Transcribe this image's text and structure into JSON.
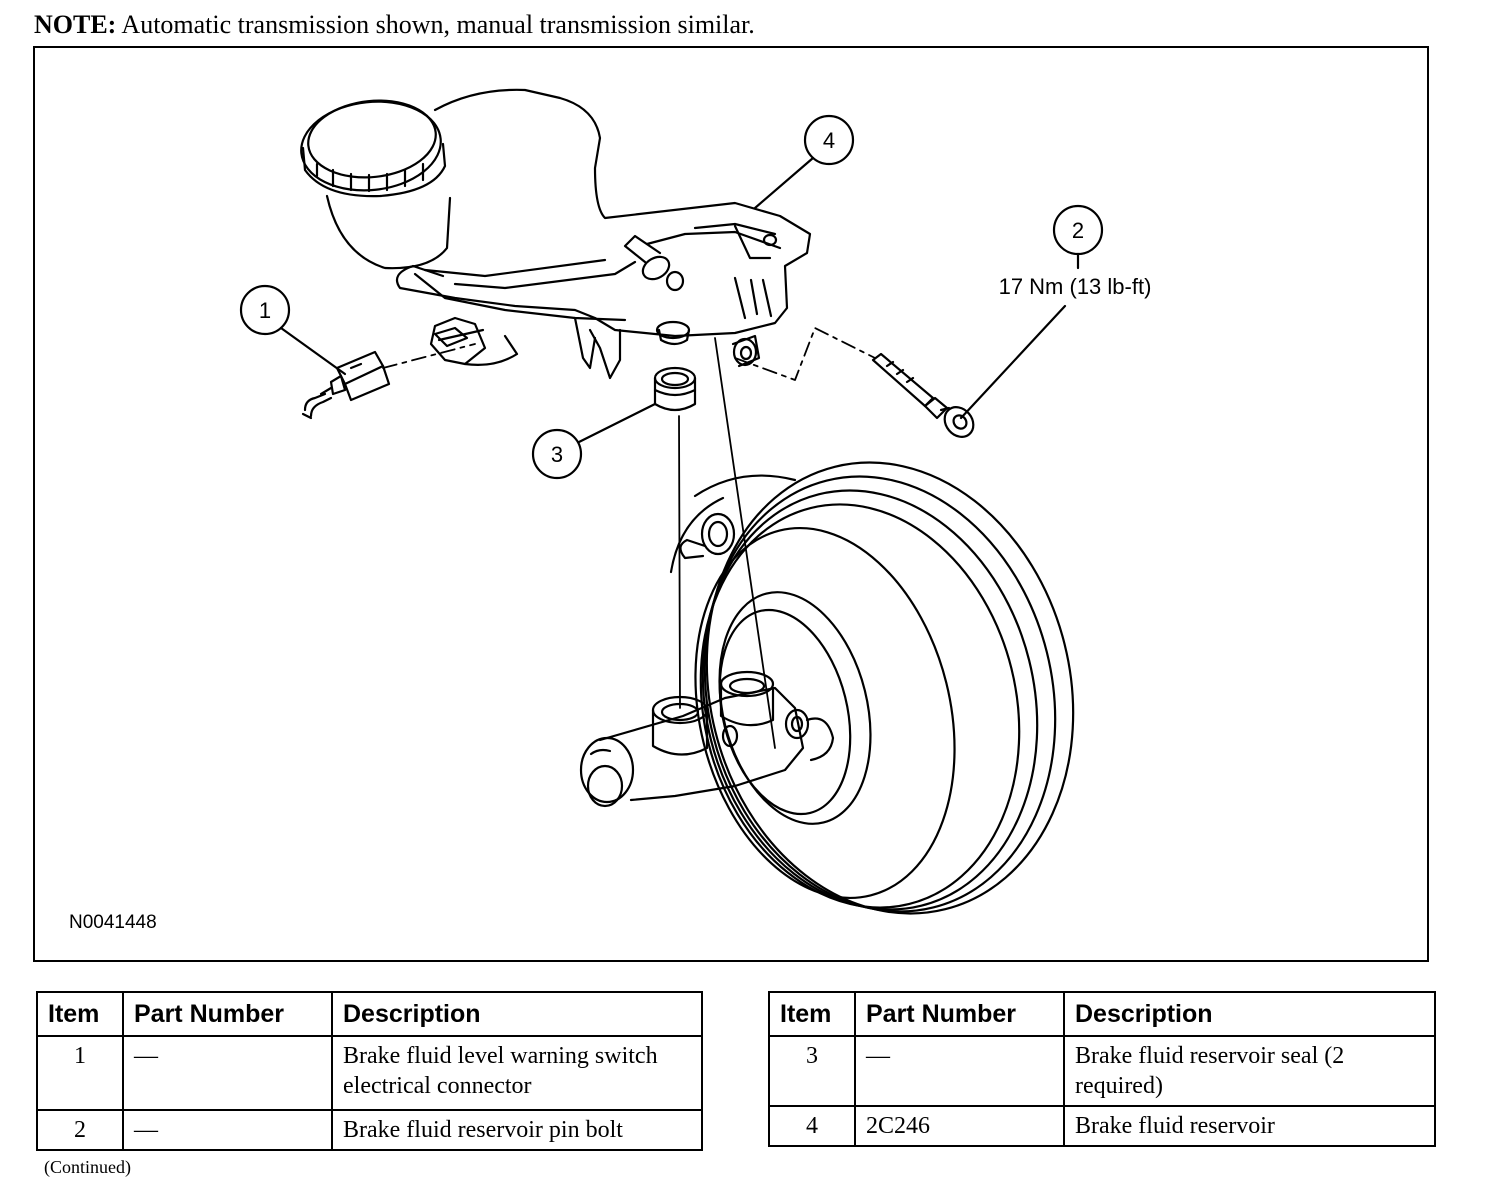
{
  "note": {
    "prefix": "NOTE:",
    "text": "Automatic transmission shown, manual transmission similar."
  },
  "figure": {
    "id": "N0041448",
    "callouts": [
      {
        "number": "1"
      },
      {
        "number": "2",
        "label": "17 Nm (13 lb-ft)"
      },
      {
        "number": "3"
      },
      {
        "number": "4"
      }
    ]
  },
  "tables": {
    "headers": {
      "item": "Item",
      "part_number": "Part Number",
      "description": "Description"
    },
    "left": [
      {
        "item": "1",
        "part_number": "—",
        "description": "Brake fluid level warning switch electrical connector"
      },
      {
        "item": "2",
        "part_number": "—",
        "description": "Brake fluid reservoir pin bolt"
      }
    ],
    "right": [
      {
        "item": "3",
        "part_number": "—",
        "description": "Brake fluid reservoir seal (2 required)"
      },
      {
        "item": "4",
        "part_number": "2C246",
        "description": "Brake fluid reservoir"
      }
    ]
  },
  "footer": {
    "continued": "(Continued)"
  }
}
